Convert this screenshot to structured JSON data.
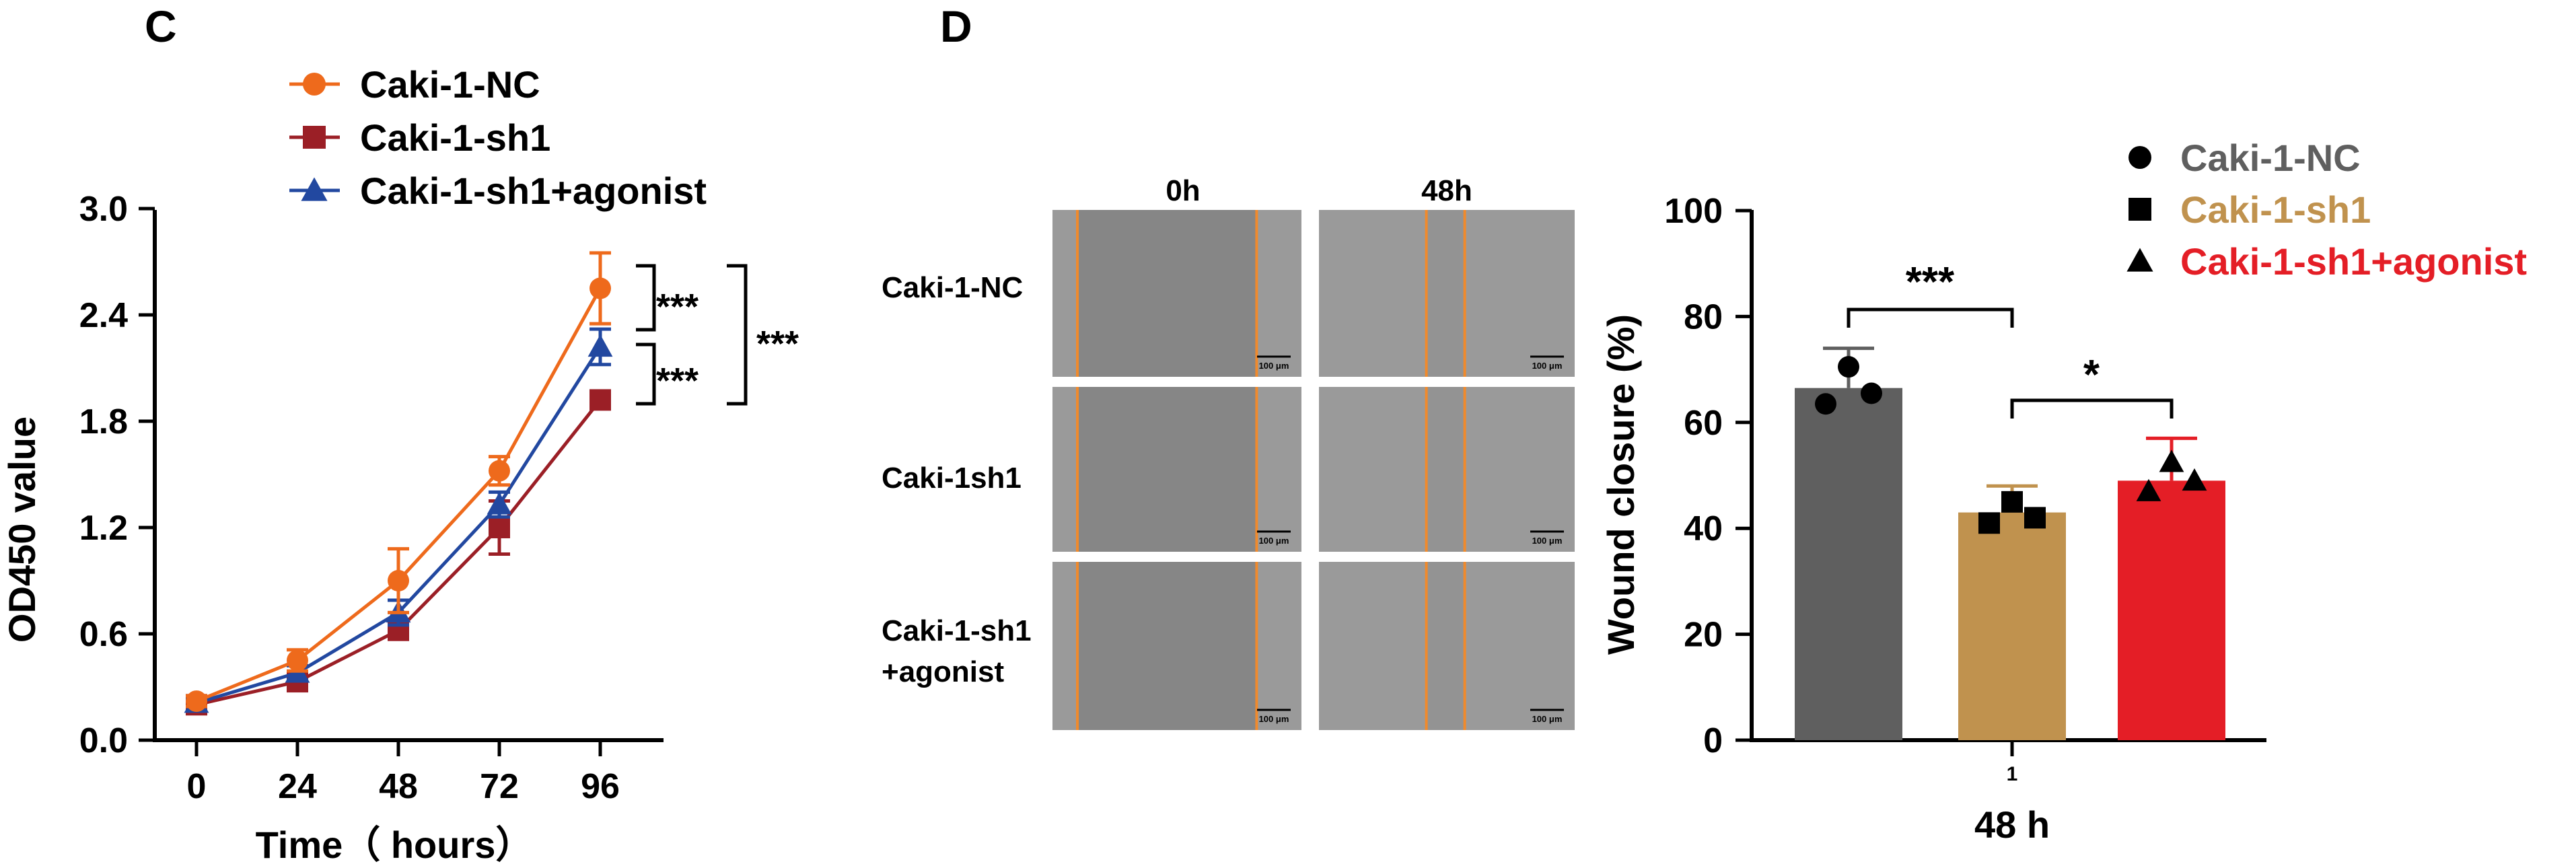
{
  "colors": {
    "nc_line": "#ee6a1c",
    "sh1_line": "#9b1f26",
    "agonist_line": "#2248a0",
    "bar_nc": "#5f5f5f",
    "bar_sh1": "#c0924e",
    "bar_agonist": "#e41e26",
    "legend_text_nc": "#5f5f5f",
    "legend_text_sh1": "#c0924e",
    "legend_text_agonist": "#e41e26",
    "cut_line": "#f08a2c",
    "micro_bg": "#8e8e8e"
  },
  "panels": {
    "c": {
      "letter": "C"
    },
    "d": {
      "letter": "D",
      "col_headers": [
        "0h",
        "48h"
      ],
      "row_labels": [
        {
          "lines": [
            "Caki-1-NC"
          ]
        },
        {
          "lines": [
            "Caki-1sh1"
          ]
        },
        {
          "lines": [
            "Caki-1-sh1",
            "+agonist"
          ]
        }
      ],
      "scale_bar_label": "100 μm"
    }
  },
  "chart_data": [
    {
      "type": "line",
      "xlabel": "Time（ hours）",
      "ylabel": "OD450 value",
      "x": [
        0,
        24,
        48,
        72,
        96
      ],
      "xticks": [
        "0",
        "24",
        "48",
        "72",
        "96"
      ],
      "yticks": [
        "0.0",
        "0.6",
        "1.2",
        "1.8",
        "2.4",
        "3.0"
      ],
      "ylim": [
        0,
        3.0
      ],
      "grid": false,
      "legend_position": "top-center",
      "series": [
        {
          "name": "Caki-1-NC",
          "marker": "circle",
          "color": "#ee6a1c",
          "values": [
            0.22,
            0.45,
            0.9,
            1.52,
            2.55
          ],
          "errors": [
            0.03,
            0.06,
            0.18,
            0.08,
            0.2
          ]
        },
        {
          "name": "Caki-1-sh1",
          "marker": "square",
          "color": "#9b1f26",
          "values": [
            0.2,
            0.33,
            0.62,
            1.2,
            1.92
          ],
          "errors": [
            0.02,
            0.03,
            0.05,
            0.15,
            0.03
          ]
        },
        {
          "name": "Caki-1-sh1+agonist",
          "marker": "triangle",
          "color": "#2248a0",
          "values": [
            0.21,
            0.38,
            0.72,
            1.33,
            2.22
          ],
          "errors": [
            0.02,
            0.04,
            0.07,
            0.07,
            0.1
          ]
        }
      ],
      "annotations": [
        "***",
        "***",
        "***"
      ]
    },
    {
      "type": "bar",
      "xlabel": "48 h",
      "ylabel": "Wound closure (%)",
      "categories": [
        "1"
      ],
      "yticks": [
        "0",
        "20",
        "40",
        "60",
        "80",
        "100"
      ],
      "ylim": [
        0,
        100
      ],
      "grid": false,
      "legend_position": "top-right",
      "series": [
        {
          "name": "Caki-1-NC",
          "marker": "circle",
          "color": "#5f5f5f",
          "value": 66.5,
          "error": 7.5,
          "points": [
            63.5,
            70.5,
            65.5
          ]
        },
        {
          "name": "Caki-1-sh1",
          "marker": "square",
          "color": "#c0924e",
          "value": 43.0,
          "error": 5.0,
          "points": [
            41.0,
            45.0,
            42.0
          ]
        },
        {
          "name": "Caki-1-sh1+agonist",
          "marker": "triangle",
          "color": "#e41e26",
          "value": 49.0,
          "error": 8.0,
          "points": [
            47.0,
            52.5,
            49.0
          ]
        }
      ],
      "annotations": [
        "***",
        "*"
      ]
    }
  ]
}
